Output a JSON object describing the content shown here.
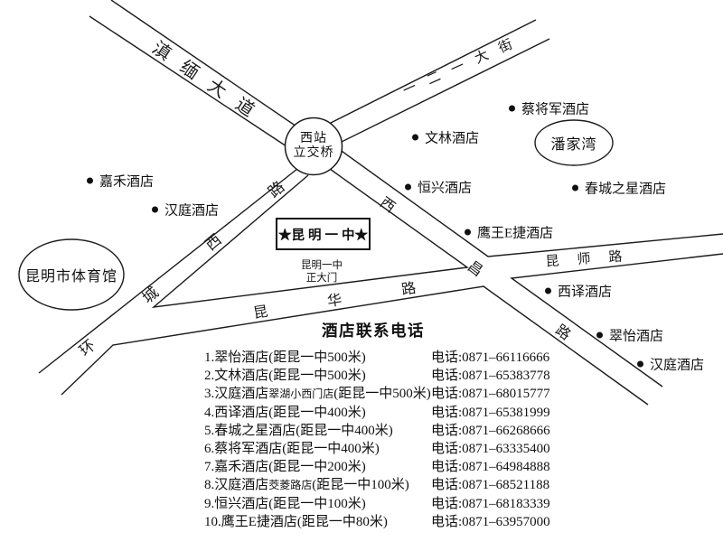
{
  "map": {
    "interchange": {
      "line1": "西站",
      "line2": "立交桥"
    },
    "school_box_label": "★昆 明 一 中★",
    "gate": {
      "line1": "昆明一中",
      "line2": "正大门"
    },
    "stadium_label": "昆明市体育馆",
    "panjiawan_label": "潘家湾",
    "roads": {
      "dianmian": "滇缅大道",
      "yieryi": "一二一大街",
      "huancheng": "环城西路",
      "xichang": "西昌路",
      "kunhua": "昆华路",
      "kunshi": "昆师路"
    },
    "hotels": [
      {
        "name": "嘉禾酒店"
      },
      {
        "name": "汉庭酒店"
      },
      {
        "name": "文林酒店"
      },
      {
        "name": "蔡将军酒店"
      },
      {
        "name": "恒兴酒店"
      },
      {
        "name": "春城之星酒店"
      },
      {
        "name": "鹰王E捷酒店"
      },
      {
        "name": "西译酒店"
      },
      {
        "name": "翠怡酒店"
      },
      {
        "name": "汉庭酒店"
      }
    ]
  },
  "phone_list": {
    "title": "酒店联系电话",
    "items": [
      {
        "head": "1.翠怡酒店",
        "branch": "",
        "tail": "(距昆一中500米)",
        "phone": "电话:0871–66116666"
      },
      {
        "head": "2.文林酒店",
        "branch": "",
        "tail": "(距昆一中500米)",
        "phone": "电话:0871–65383778"
      },
      {
        "head": "3.汉庭酒店",
        "branch": "翠湖小西门店",
        "tail": "(距昆一中500米)",
        "phone": "电话:0871–68015777"
      },
      {
        "head": "4.西译酒店",
        "branch": "",
        "tail": "(距昆一中400米)",
        "phone": "电话:0871–65381999"
      },
      {
        "head": "5.春城之星酒店",
        "branch": "",
        "tail": "(距昆一中400米)",
        "phone": "电话:0871–66268666"
      },
      {
        "head": "6.蔡将军酒店",
        "branch": "",
        "tail": "(距昆一中400米)",
        "phone": "电话:0871–63335400"
      },
      {
        "head": "7.嘉禾酒店",
        "branch": "",
        "tail": "(距昆一中200米)",
        "phone": "电话:0871–64984888"
      },
      {
        "head": "8.汉庭酒店",
        "branch": "茭菱路店",
        "tail": "(距昆一中100米)",
        "phone": "电话:0871–68521188"
      },
      {
        "head": "9.恒兴酒店",
        "branch": "",
        "tail": "(距昆一中100米)",
        "phone": "电话:0871–68183339"
      },
      {
        "head": "10.鹰王E捷酒店",
        "branch": "",
        "tail": "(距昆一中80米)",
        "phone": "电话:0871–63957000"
      }
    ]
  }
}
